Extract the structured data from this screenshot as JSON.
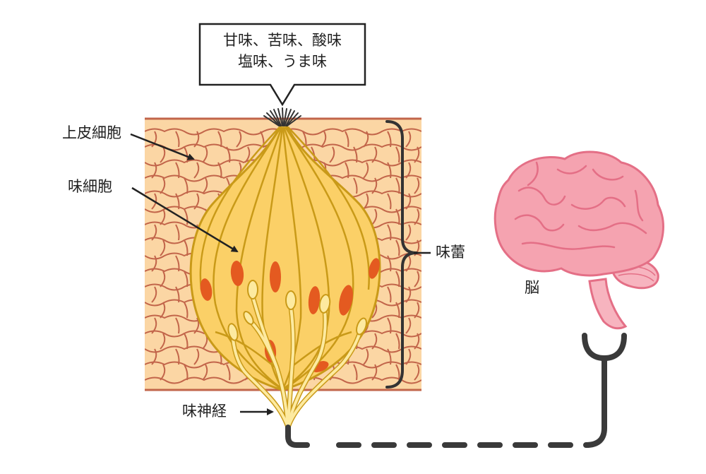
{
  "callout": {
    "line1": "甘味、苦味、酸味",
    "line2": "塩味、うま味"
  },
  "labels": {
    "epithelial_cell": "上皮細胞",
    "taste_cell": "味細胞",
    "taste_nerve": "味神経",
    "taste_bud": "味蕾",
    "brain": "脳"
  },
  "colors": {
    "tissue_fill": "#fbd6a4",
    "tissue_line": "#c2654a",
    "bud_fill": "#fbd067",
    "bud_outline": "#c99a18",
    "nucleus": "#e45a20",
    "nerve": "#fdeaa0",
    "brain": "#f5a3b0",
    "brain_outline": "#e46f86",
    "connector": "#3a3a3a"
  }
}
